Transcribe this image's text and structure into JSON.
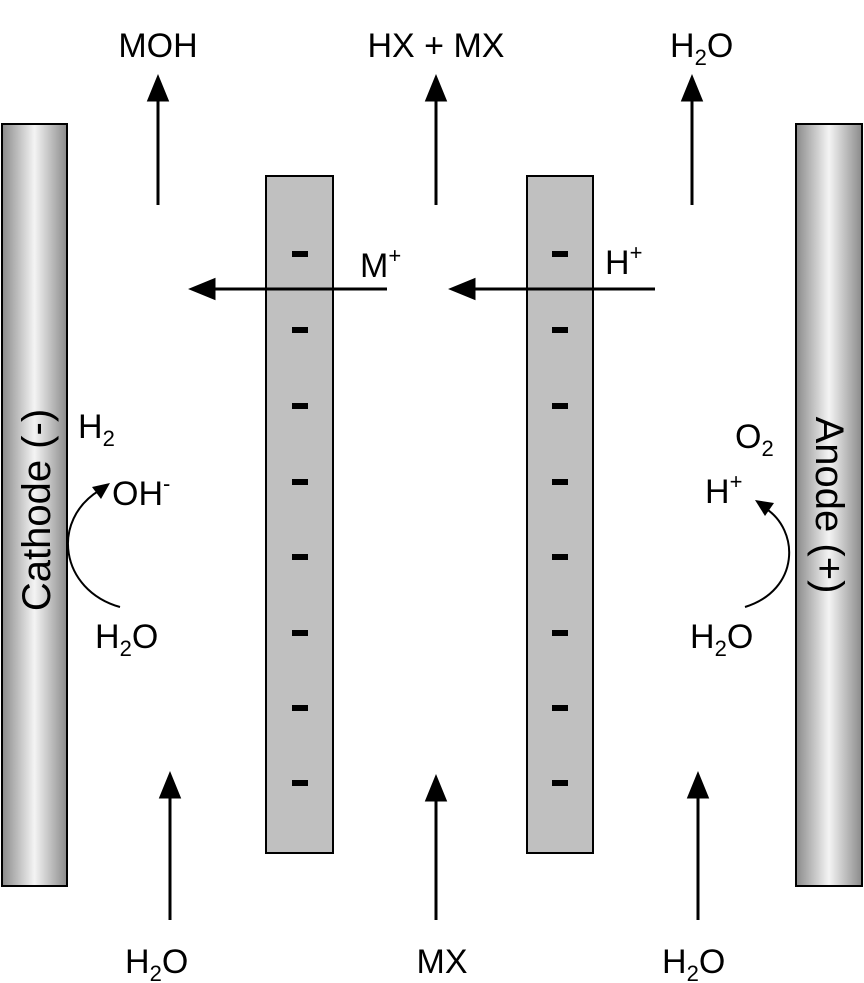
{
  "outlets": {
    "left": {
      "main": "MOH"
    },
    "center": {
      "main": "HX + MX"
    },
    "right": {
      "main": "H",
      "sub": "2",
      "tail": "O"
    }
  },
  "inlets": {
    "left": {
      "main": "H",
      "sub": "2",
      "tail": "O"
    },
    "center": {
      "main": "MX"
    },
    "right": {
      "main": "H",
      "sub": "2",
      "tail": "O"
    }
  },
  "electrodes": {
    "cathode": "Cathode (-)",
    "anode": "Anode (+)"
  },
  "membrane_charge": "-",
  "migration": {
    "left_ion": {
      "main": "M",
      "sup": "+"
    },
    "right_ion": {
      "main": "H",
      "sup": "+"
    }
  },
  "cathode_reaction": {
    "gas": {
      "main": "H",
      "sub": "2"
    },
    "product": {
      "main": "OH",
      "sup": "-"
    },
    "reactant": {
      "main": "H",
      "sub": "2",
      "tail": "O"
    }
  },
  "anode_reaction": {
    "gas": {
      "main": "O",
      "sub": "2"
    },
    "product": {
      "main": "H",
      "sup": "+"
    },
    "reactant": {
      "main": "H",
      "sub": "2",
      "tail": "O"
    }
  },
  "colors": {
    "membrane": "#c0c0c0",
    "electrode_dark": "#8a8a8a",
    "electrode_light": "#f4f4f4"
  }
}
